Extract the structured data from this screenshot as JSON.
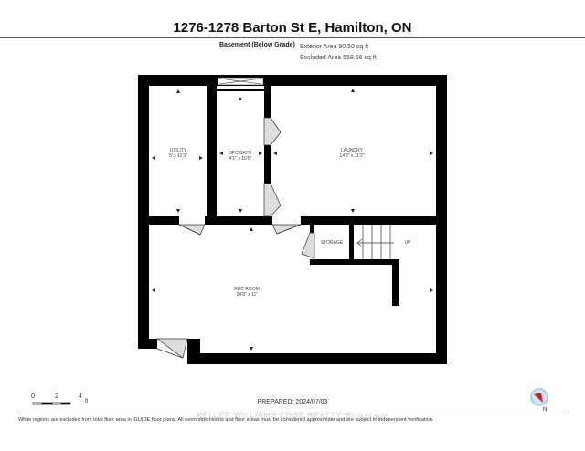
{
  "header": {
    "title": "1276-1278 Barton St E, Hamilton, ON",
    "level": "Basement (Below Grade)",
    "exterior_area": "Exterior Area 90.50 sq ft",
    "excluded_area": "Excluded Area 558.56 sq ft"
  },
  "rooms": [
    {
      "name": "UTILITY",
      "dims": "5' x 11'3\""
    },
    {
      "name": "3PC BATH",
      "dims": "4'1\" x 10'5\""
    },
    {
      "name": "LAUNDRY",
      "dims": "14'3\" x 11'2\""
    },
    {
      "name": "STORAGE",
      "dims": ""
    },
    {
      "name": "UP",
      "dims": ""
    },
    {
      "name": "REC ROOM",
      "dims": "24'8\" x 11'"
    }
  ],
  "scale": {
    "ticks": [
      "0",
      "2",
      "4"
    ],
    "unit": "ft"
  },
  "compass": {
    "label": "N",
    "needle_color": "#cc2222",
    "ring_color": "#9cc8e8"
  },
  "footer": {
    "prepared": "PREPARED: 2024/07/03",
    "watermark": "KELLER WILLIAMS EDGE REALTY, Brokerage",
    "disclaimer": "White regions are excluded from total floor area in iGUIDE floor plans. All room dimensions and floor areas must be considered approximate and are subject to independent verification."
  }
}
